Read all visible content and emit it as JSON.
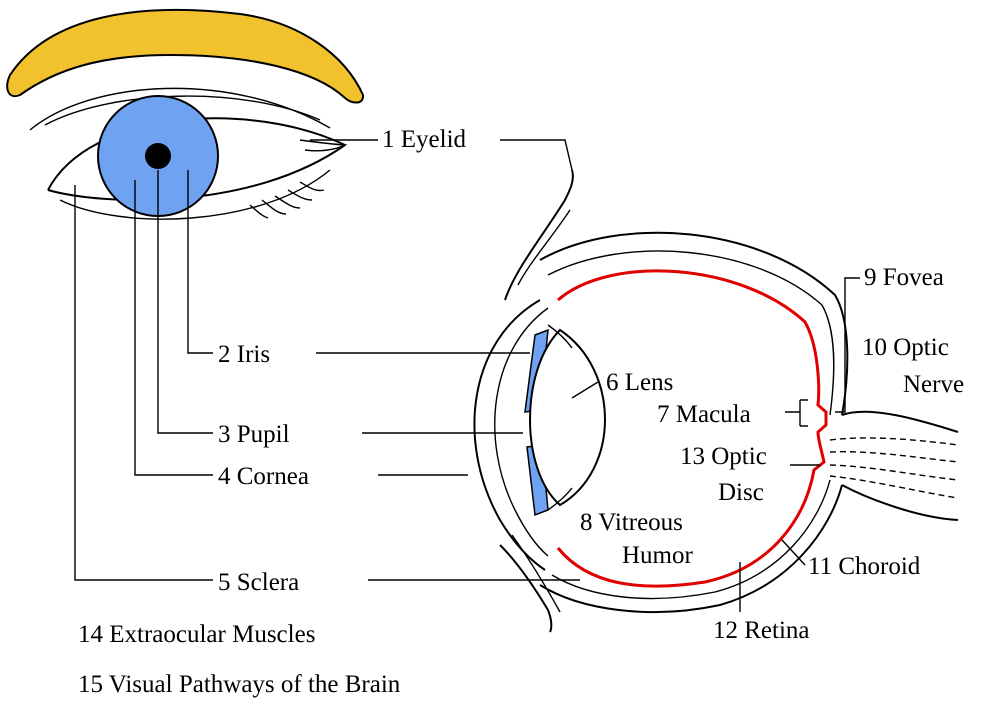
{
  "colors": {
    "eyebrow": "#F2C12E",
    "iris": "#6FA3F2",
    "retina": "#E00000",
    "line": "#000000"
  },
  "labels": {
    "eyelid": "1  Eyelid",
    "iris": "2  Iris",
    "pupil": "3  Pupil",
    "cornea": "4  Cornea",
    "sclera": "5  Sclera",
    "lens": "6 Lens",
    "macula": "7 Macula",
    "vitreous_1": "8 Vitreous",
    "vitreous_2": "Humor",
    "fovea": "9 Fovea",
    "optic_nerve_1": "10 Optic",
    "optic_nerve_2": "Nerve",
    "choroid": "11 Choroid",
    "retina": "12 Retina",
    "optic_disc_1": "13 Optic",
    "optic_disc_2": "Disc",
    "extraocular": "14 Extraocular Muscles",
    "visual_pathways": "15 Visual Pathways of the Brain"
  }
}
